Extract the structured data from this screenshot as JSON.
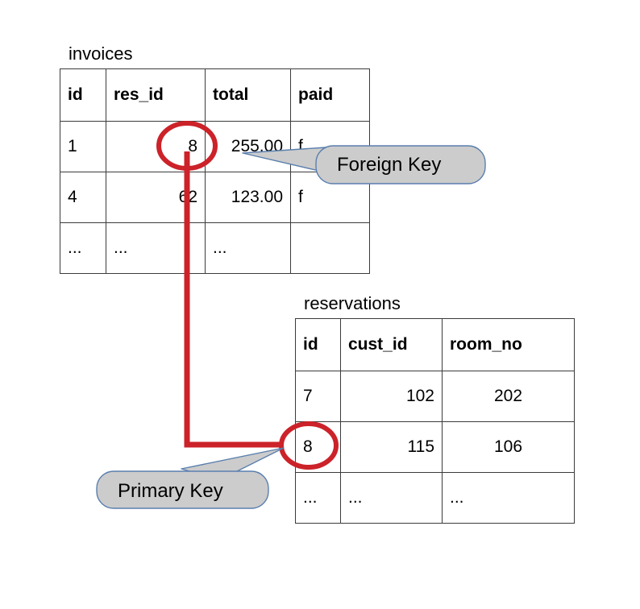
{
  "diagram": {
    "title_hidden": "",
    "accent_red": "#cc2229",
    "callout_fill": "#cccccc",
    "callout_stroke": "#5a7fae",
    "table_border": "#3b3b3b"
  },
  "tables": [
    {
      "name": "invoices",
      "title": "invoices",
      "columns": [
        "id",
        "res_id",
        "total",
        "paid"
      ],
      "rows": [
        [
          "1",
          "8",
          "255.00",
          "f"
        ],
        [
          "4",
          "62",
          "123.00",
          "f"
        ],
        [
          "...",
          "...",
          "...",
          ""
        ]
      ],
      "align": [
        "lft",
        "num",
        "num",
        "lft"
      ]
    },
    {
      "name": "reservations",
      "title": "reservations",
      "columns": [
        "id",
        "cust_id",
        "room_no"
      ],
      "rows": [
        [
          "7",
          "102",
          "202"
        ],
        [
          "8",
          "115",
          "106"
        ],
        [
          "...",
          "...",
          "..."
        ]
      ],
      "align": [
        "lft",
        "num",
        "ctr"
      ]
    }
  ],
  "callouts": [
    {
      "id": "foreign-key",
      "label": "Foreign Key",
      "points_to": "invoices.res_id = 8"
    },
    {
      "id": "primary-key",
      "label": "Primary Key",
      "points_to": "reservations.id = 8"
    }
  ],
  "relationship": {
    "from_table": "invoices",
    "from_column": "res_id",
    "from_value": "8",
    "to_table": "reservations",
    "to_column": "id",
    "to_value": "8"
  }
}
